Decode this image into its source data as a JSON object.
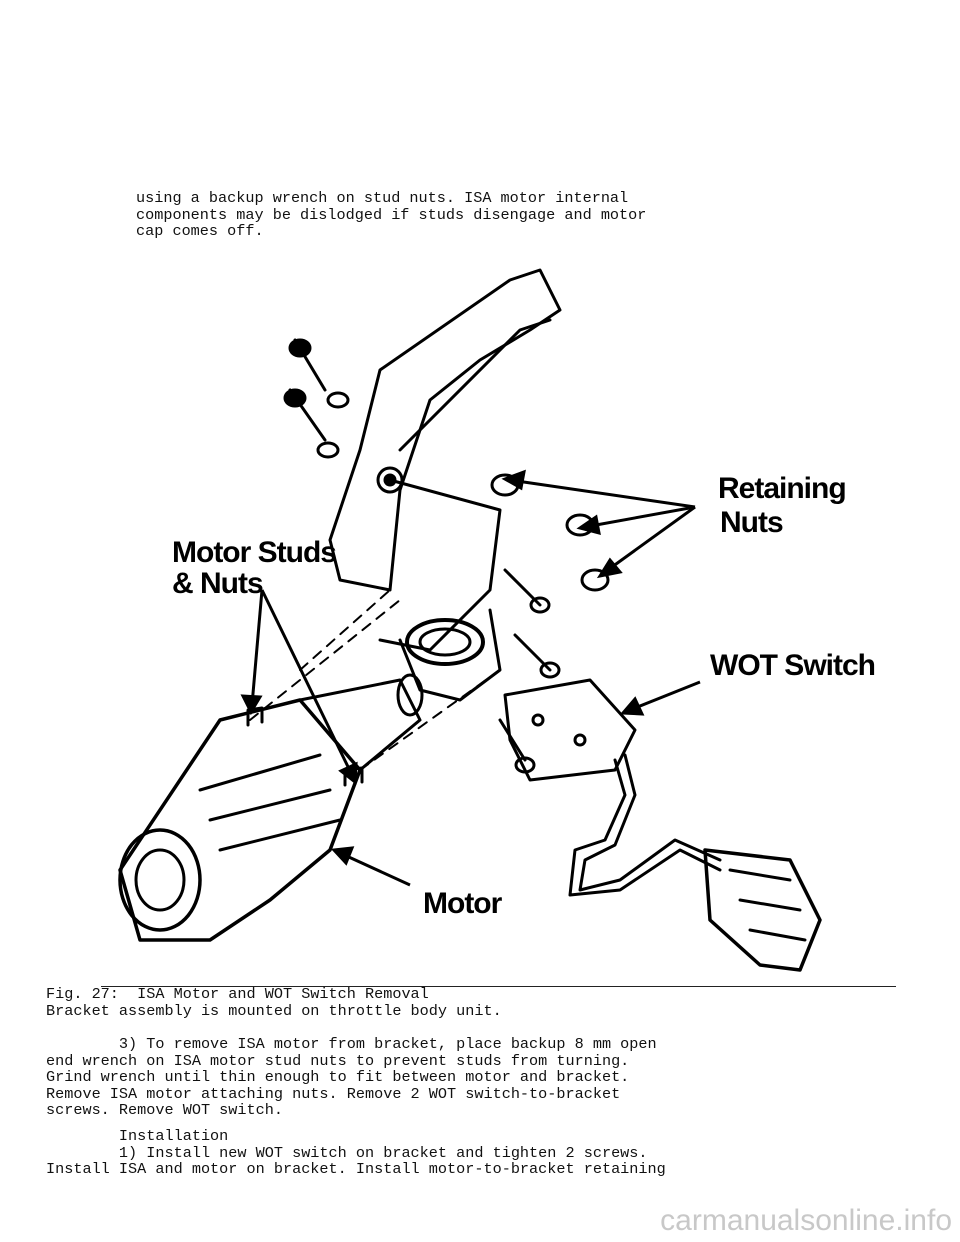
{
  "intro_text": "using a backup wrench on stud nuts. ISA motor internal\ncomponents may be dislodged if studs disengage and motor\ncap comes off.",
  "figure": {
    "callouts": {
      "retaining_nuts_line1": "Retaining",
      "retaining_nuts_line2": "Nuts",
      "motor_studs_line1": "Motor Studs",
      "motor_studs_line2": "& Nuts",
      "wot_switch": "WOT Switch",
      "motor": "Motor"
    }
  },
  "caption": "Fig. 27:  ISA Motor and WOT Switch Removal",
  "body_line1": "Bracket assembly is mounted on throttle body unit.",
  "body_para3": "        3) To remove ISA motor from bracket, place backup 8 mm open\nend wrench on ISA motor stud nuts to prevent studs from turning.\nGrind wrench until thin enough to fit between motor and bracket.\nRemove ISA motor attaching nuts. Remove 2 WOT switch-to-bracket\nscrews. Remove WOT switch.",
  "body_installation": "        Installation\n        1) Install new WOT switch on bracket and tighten 2 screws.\nInstall ISA and motor on bracket. Install motor-to-bracket retaining",
  "watermark": "carmanualsonline.info"
}
